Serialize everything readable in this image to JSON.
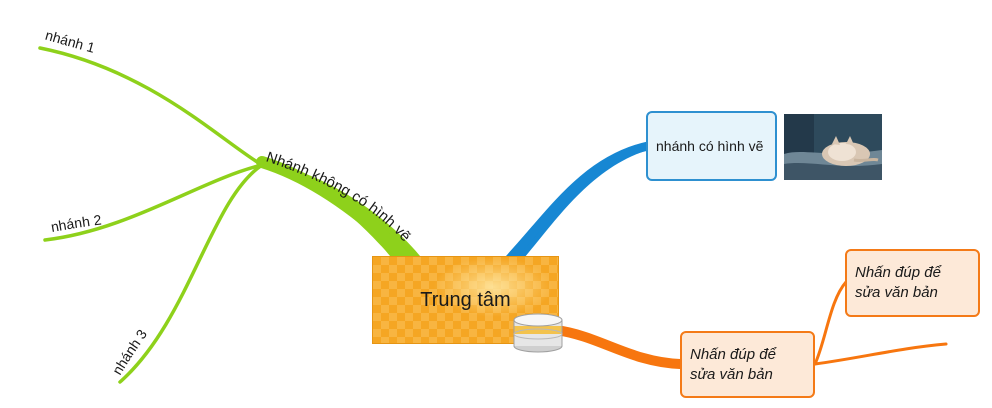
{
  "central": {
    "label": "Trung tâm"
  },
  "branch_no_image": {
    "label": "Nhánh không có hình vẽ"
  },
  "sub_branches": [
    {
      "label": "nhánh 1"
    },
    {
      "label": "nhánh 2"
    },
    {
      "label": "nhánh 3"
    }
  ],
  "image_branch": {
    "label": "nhánh có hình vẽ"
  },
  "orange_branch": {
    "label": "Nhấn đúp để sửa văn bản"
  },
  "orange_sub": {
    "label": "Nhấn đúp để sửa văn bản"
  },
  "colors": {
    "green": "#8ed11b",
    "blue": "#1787d3",
    "orange": "#f7760f",
    "central_fill": "#f5a623"
  },
  "icons": {
    "image": "cat-photo",
    "central": "database-icon"
  }
}
